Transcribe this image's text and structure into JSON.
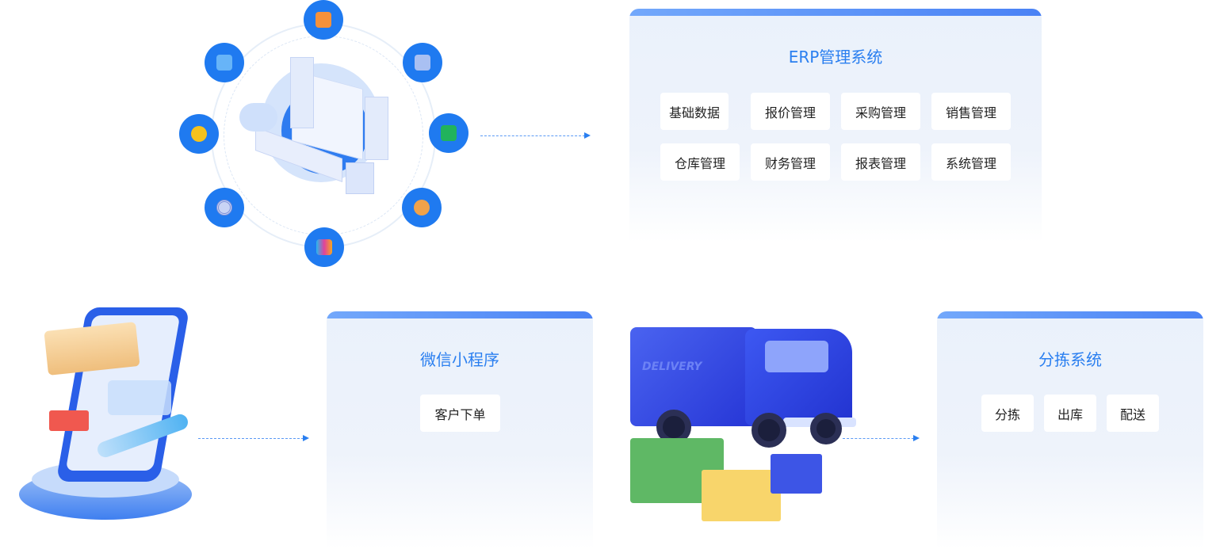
{
  "erp": {
    "title": "ERP管理系统",
    "modules": [
      "基础数据",
      "报价管理",
      "采购管理",
      "销售管理",
      "仓库管理",
      "财务管理",
      "报表管理",
      "系统管理"
    ]
  },
  "wechat": {
    "title": "微信小程序",
    "modules": [
      "客户下单"
    ]
  },
  "sorting": {
    "title": "分拣系统",
    "modules": [
      "分拣",
      "出库",
      "配送"
    ]
  },
  "truck": {
    "label": "DELIVERY"
  },
  "colors": {
    "accent": "#2a7ff0",
    "icon_bg": "#1f7af0"
  }
}
